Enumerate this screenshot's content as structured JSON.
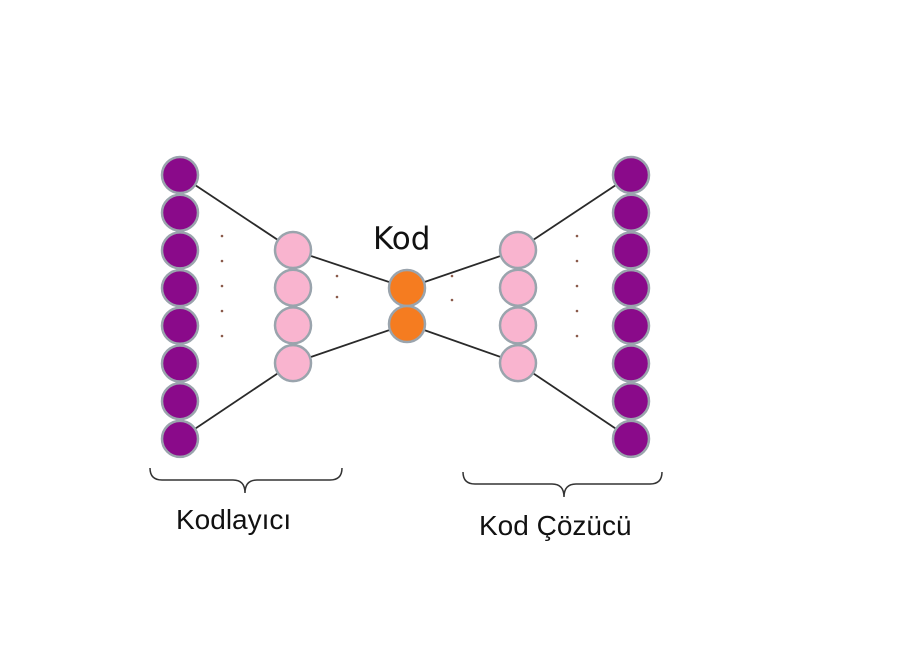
{
  "labels": {
    "code": "Kod",
    "encoder": "Kodlayıcı",
    "decoder": "Kod Çözücü"
  },
  "colors": {
    "outer_layer": "#8a0a8a",
    "hidden_layer": "#f9b4cf",
    "code_layer": "#f57c20",
    "node_border": "#9aa4ad",
    "line": "#2a2a2a",
    "dots": "#8a5a4a"
  },
  "network": {
    "encoder_input_nodes": 8,
    "encoder_hidden_nodes": 4,
    "code_nodes": 2,
    "decoder_hidden_nodes": 4,
    "decoder_output_nodes": 8
  }
}
